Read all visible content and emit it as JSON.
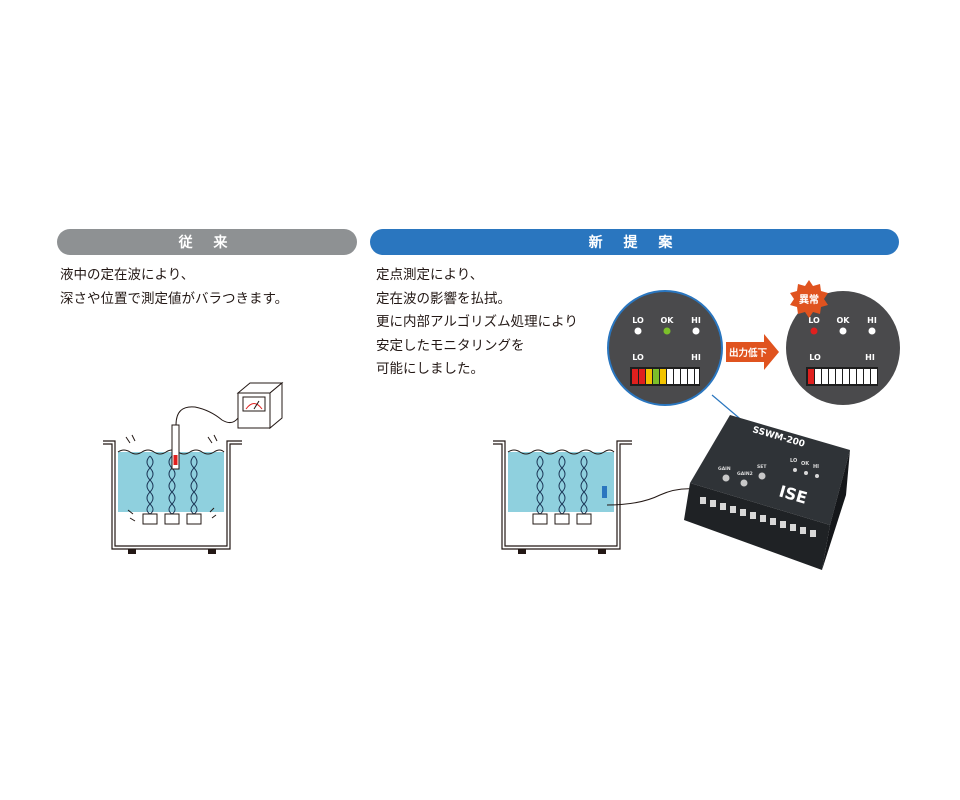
{
  "conventional": {
    "header": "従 来",
    "description": [
      "液中の定在波により、",
      "深さや位置で測定値がバラつきます。"
    ]
  },
  "proposal": {
    "header": "新 提 案",
    "description": [
      "定点測定により、",
      "定在波の影響を払拭。",
      "更に内部アルゴリズム処理により",
      "安定したモニタリングを",
      "可能にしました。"
    ]
  },
  "indicator_normal": {
    "top_labels": [
      "LO",
      "OK",
      "HI"
    ],
    "bar_labels": [
      "LO",
      "HI"
    ]
  },
  "indicator_abnormal": {
    "badge": "異常",
    "top_labels": [
      "LO",
      "OK",
      "HI"
    ],
    "bar_labels": [
      "LO",
      "HI"
    ]
  },
  "arrow_label": "出力低下",
  "device": {
    "model": "SSWM-200",
    "brand": "ISE",
    "panel_labels": [
      "LO",
      "OK",
      "HI"
    ],
    "knob_labels": [
      "GAIN",
      "GAIN2",
      "SET"
    ]
  },
  "colors": {
    "pill_conventional": "#8e9193",
    "pill_proposal": "#2a76bf",
    "water": "#8fd0de",
    "indicator_bg": "#4a4a4c",
    "led_green": "#7cc02a",
    "led_red": "#e0201e",
    "arrow": "#e0531f",
    "badge": "#e0531f"
  }
}
